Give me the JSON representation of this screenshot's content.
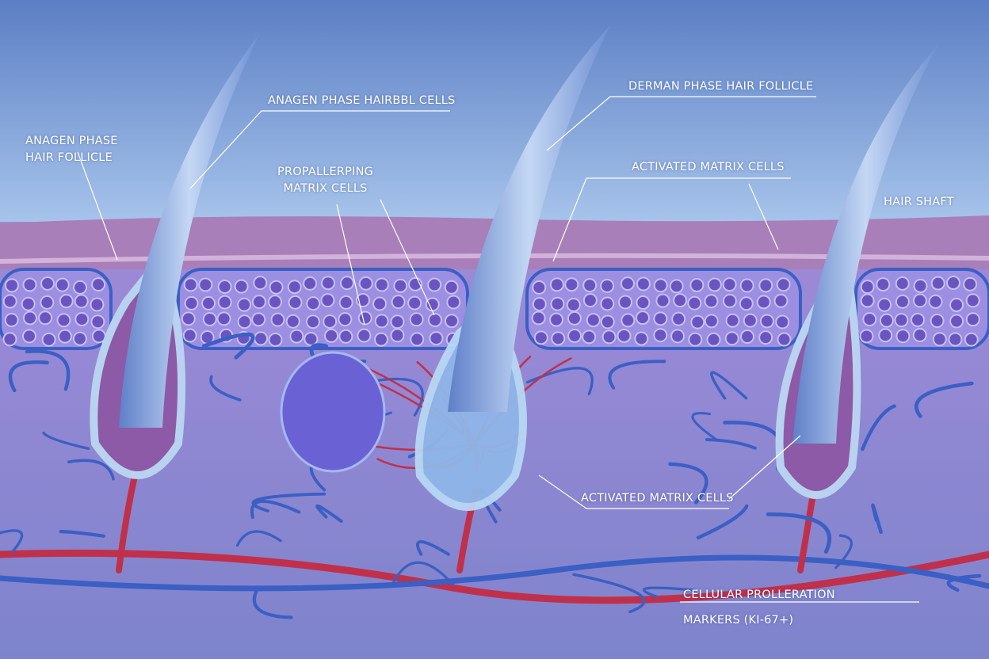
{
  "labels": {
    "anagen_follicle": [
      "ANAGEN PHASE",
      "HAIR FOLLICLE"
    ],
    "anagen_cells": "ANAGEN PHASE HAIRBBL CELLS",
    "propallerping": [
      "PROPALLERPING",
      "MATRIX CELLS"
    ],
    "derman_follicle": "DERMAN PHASE HAIR FOLLICLE",
    "activated_top": "ACTIVATED MATRIX CELLS",
    "hair_shaft": "HAIR SHAFT",
    "activated_bottom": "ACTIVATED MATRIX CELLS",
    "markers": [
      "CELLULAR PROLLERATION",
      "MARKERS (KI-67+)"
    ]
  },
  "colors": {
    "sky": "#6f92d0",
    "epidermis": "#a77db8",
    "dermis": "#8a86cf",
    "vein": "#3b5fc4",
    "artery": "#c0304a",
    "cell": "#6a55c0"
  }
}
